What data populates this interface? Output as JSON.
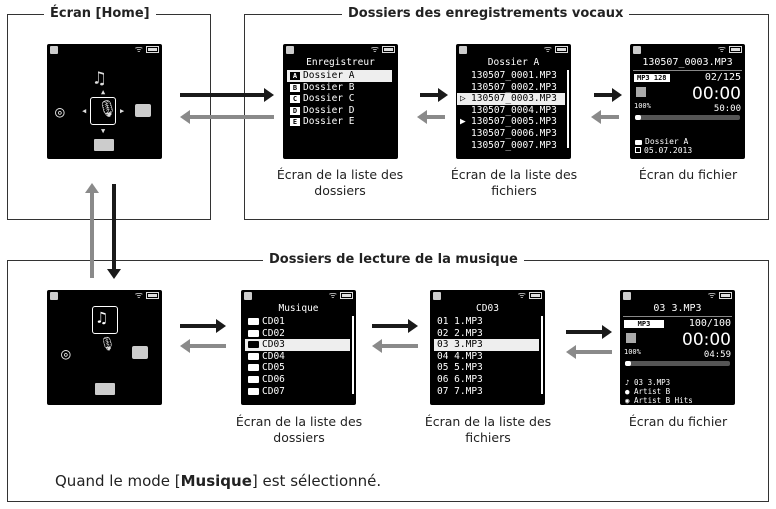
{
  "sections": {
    "home": "Écran [Home]",
    "voice": "Dossiers des enregistrements vocaux",
    "music": "Dossiers de lecture de la musique"
  },
  "voice_folders": {
    "title": "Enregistreur",
    "items": [
      {
        "letter": "A",
        "label": "Dossier A",
        "selected": true
      },
      {
        "letter": "B",
        "label": "Dossier B",
        "selected": false
      },
      {
        "letter": "C",
        "label": "Dossier C",
        "selected": false
      },
      {
        "letter": "D",
        "label": "Dossier D",
        "selected": false
      },
      {
        "letter": "E",
        "label": "Dossier E",
        "selected": false
      }
    ]
  },
  "voice_files": {
    "title": "Dossier A",
    "items": [
      {
        "mark": "",
        "label": "130507_0001.MP3",
        "selected": false
      },
      {
        "mark": "",
        "label": "130507_0002.MP3",
        "selected": false
      },
      {
        "mark": "▷",
        "label": "130507_0003.MP3",
        "selected": true
      },
      {
        "mark": "",
        "label": "130507_0004.MP3",
        "selected": false
      },
      {
        "mark": "▶",
        "label": "130507_0005.MP3",
        "selected": false
      },
      {
        "mark": "",
        "label": "130507_0006.MP3",
        "selected": false
      },
      {
        "mark": "",
        "label": "130507_0007.MP3",
        "selected": false
      }
    ]
  },
  "voice_player": {
    "title": "130507_0003.MP3",
    "format": "MP3 128",
    "count": "02/125",
    "time": "00:00",
    "volume": "100%",
    "total": "50:00",
    "progress": 0.0,
    "folder": "Dossier A",
    "date": "05.07.2013"
  },
  "music_folders": {
    "title": "Musique",
    "items": [
      {
        "label": "CD01",
        "selected": false
      },
      {
        "label": "CD02",
        "selected": false
      },
      {
        "label": "CD03",
        "selected": true
      },
      {
        "label": "CD04",
        "selected": false
      },
      {
        "label": "CD05",
        "selected": false
      },
      {
        "label": "CD06",
        "selected": false
      },
      {
        "label": "CD07",
        "selected": false
      }
    ]
  },
  "music_files": {
    "title": "CD03",
    "items": [
      {
        "label": "01 1.MP3",
        "selected": false
      },
      {
        "label": "02 2.MP3",
        "selected": false
      },
      {
        "label": "03 3.MP3",
        "selected": true
      },
      {
        "label": "04 4.MP3",
        "selected": false
      },
      {
        "label": "05 5.MP3",
        "selected": false
      },
      {
        "label": "06 6.MP3",
        "selected": false
      },
      {
        "label": "07 7.MP3",
        "selected": false
      }
    ]
  },
  "music_player": {
    "title": "03 3.MP3",
    "format": "MP3",
    "count": "100/100",
    "time": "00:00",
    "volume": "100%",
    "total": "04:59",
    "progress": 0.0,
    "track": "03 3.MP3",
    "artist": "Artist B",
    "album": "Artist B Hits"
  },
  "captions": {
    "folder_list": "Écran de la liste des dossiers",
    "file_list": "Écran de la liste des fichiers",
    "file": "Écran du fichier"
  },
  "note": {
    "before": "Quand le mode [",
    "bold": "Musique",
    "after": "] est sélectionné."
  },
  "icons": [
    "mic-icon",
    "music-note-icon",
    "podcast-icon",
    "briefcase-icon",
    "radio-icon",
    "wifi-icon",
    "battery-icon",
    "folder-icon"
  ]
}
